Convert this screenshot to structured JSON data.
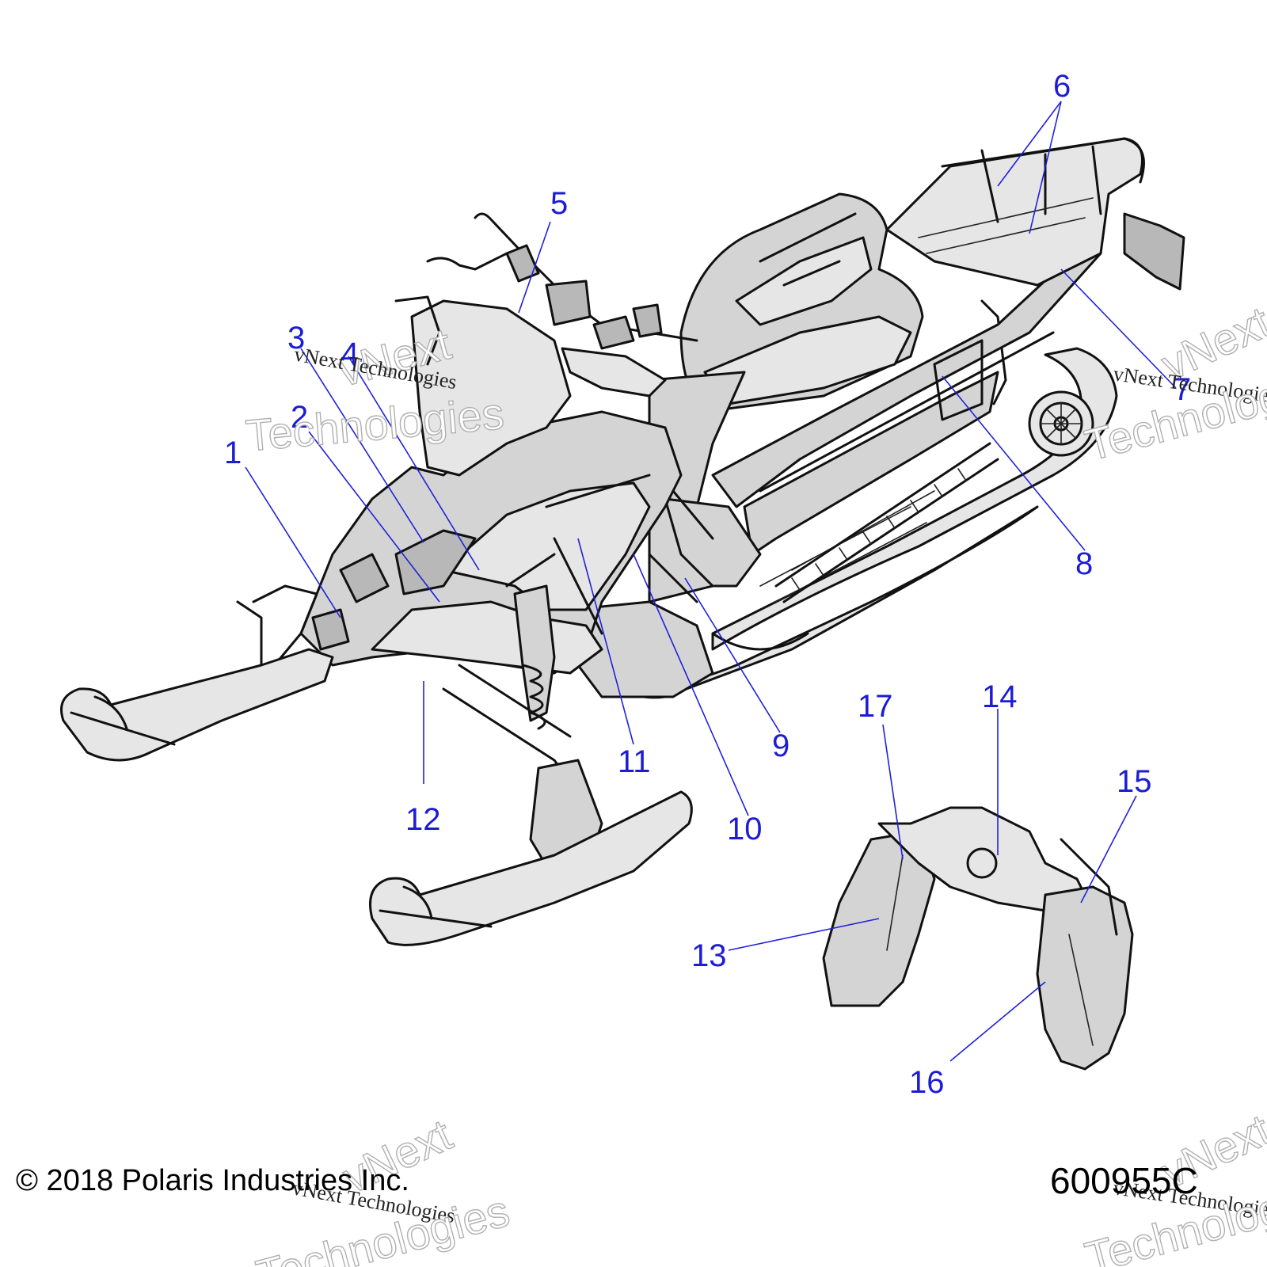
{
  "callouts": [
    {
      "label": "1"
    },
    {
      "label": "2"
    },
    {
      "label": "3"
    },
    {
      "label": "4"
    },
    {
      "label": "5"
    },
    {
      "label": "6"
    },
    {
      "label": "7"
    },
    {
      "label": "8"
    },
    {
      "label": "9"
    },
    {
      "label": "10"
    },
    {
      "label": "11"
    },
    {
      "label": "12"
    },
    {
      "label": "13"
    },
    {
      "label": "14"
    },
    {
      "label": "15"
    },
    {
      "label": "16"
    },
    {
      "label": "17"
    }
  ],
  "footer": {
    "copyright": "© 2018 Polaris Industries Inc.",
    "drawing_number": "600955C"
  },
  "watermark": {
    "line1": "vNext Technologies",
    "big1": "vNext",
    "big2": "Technologies"
  },
  "colors": {
    "callout_blue": "#1c1cd6",
    "line_black": "#111111",
    "panel_gray": "#d4d4d4"
  }
}
